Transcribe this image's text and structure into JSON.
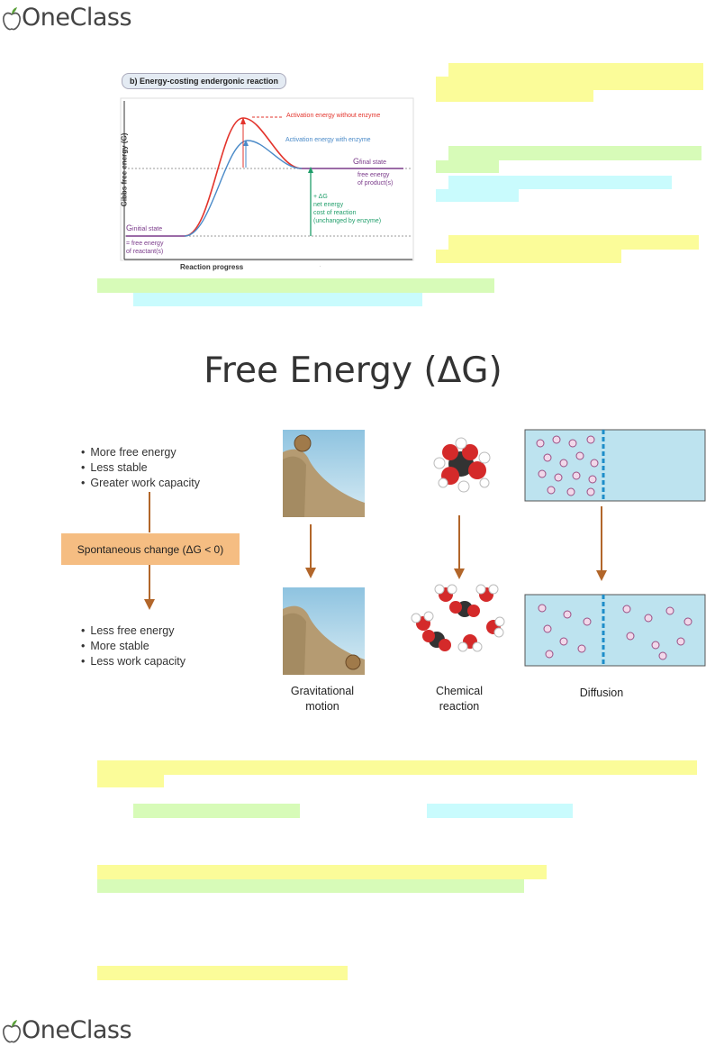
{
  "header": {
    "brand": "OneClass"
  },
  "footer": {
    "brand": "OneClass"
  },
  "figure1": {
    "tag": "b) Energy-costing endergonic reaction",
    "ylabel": "Gibbs free energy (G)",
    "xlabel": "Reaction progress",
    "g_initial": "G",
    "g_initial_sub": "initial state",
    "initial_line1": "= free energy",
    "initial_line2": "of reactant(s)",
    "g_final": "G",
    "g_final_sub": "final state",
    "final_line1": "free energy",
    "final_line2": "of product(s)",
    "act_without": "Activation energy without enzyme",
    "act_with": "Activation energy with enzyme",
    "delta_line1": "+ ΔG",
    "delta_line2": "net energy",
    "delta_line3": "cost of reaction",
    "delta_line4": "(unchanged by enzyme)"
  },
  "title": "Free Energy (ΔG)",
  "figure2": {
    "top_bullets": [
      "More free energy",
      "Less stable",
      "Greater work capacity"
    ],
    "spontaneous": "Spontaneous change (ΔG < 0)",
    "bottom_bullets": [
      "Less free energy",
      "More stable",
      "Less work capacity"
    ],
    "caption_grav_1": "Gravitational",
    "caption_grav_2": "motion",
    "caption_chem_1": "Chemical",
    "caption_chem_2": "reaction",
    "caption_diff": "Diffusion"
  },
  "colors": {
    "highlight_yellow": "#fbfc99",
    "highlight_green": "#d7fbb8",
    "highlight_cyan": "#c9fbfd",
    "arrow_orange": "#b2662a",
    "spontaneous_box": "#f5bd82",
    "diffusion_box": "#bde3ef"
  }
}
